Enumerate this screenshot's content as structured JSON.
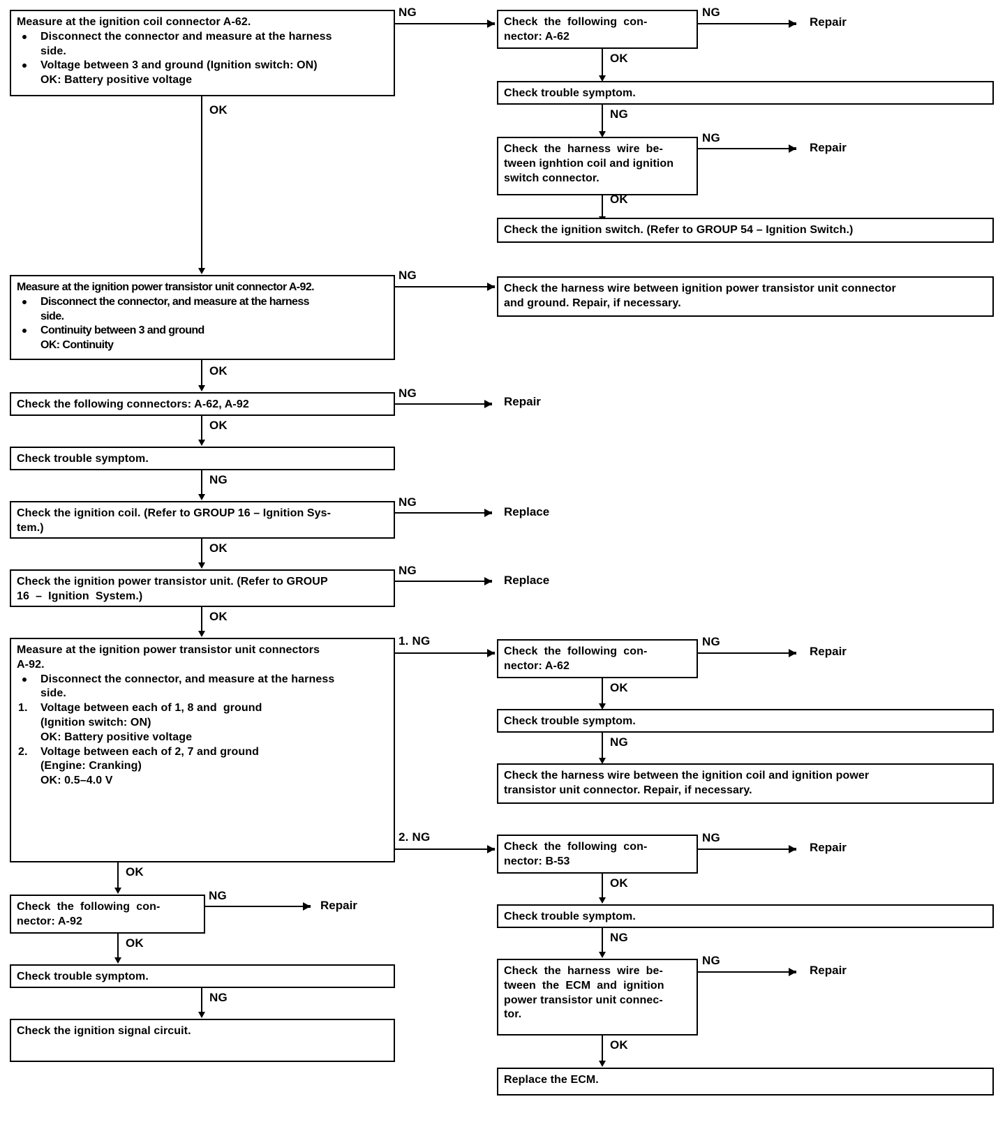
{
  "diagram": {
    "title": "Ignition coil / ignition power transistor unit troubleshooting flowchart",
    "labels": {
      "ok": "OK",
      "ng": "NG",
      "ng1": "1. NG",
      "ng2": "2. NG",
      "repair": "Repair",
      "replace": "Replace"
    },
    "boxes": {
      "measure_coil": {
        "heading": "Measure at the ignition coil connector A-62.",
        "bullet1": "Disconnect the connector and measure at the harness",
        "bullet1b": "side.",
        "bullet2": "Voltage between 3 and ground (Ignition switch: ON)",
        "bullet2b": "OK: Battery positive voltage"
      },
      "check_conn_a62_top": {
        "l1": "Check  the  following  con-",
        "l2": "nector: A-62"
      },
      "check_symptom_1": {
        "l1": "Check trouble symptom."
      },
      "check_harness_coil_switch": {
        "l1": "Check  the  harness  wire  be-",
        "l2": "tween ignhtion coil and ignition",
        "l3": "switch connector."
      },
      "check_ignition_switch": {
        "l1": "Check the ignition switch. (Refer to GROUP 54 – Ignition Switch.)"
      },
      "measure_power_transistor": {
        "heading": "Measure at the ignition power transistor unit connector A-92.",
        "bullet1": "Disconnect the connector, and measure at the harness",
        "bullet1b": "side.",
        "bullet2": "Continuity between 3 and ground",
        "bullet2b": "OK: Continuity"
      },
      "check_harness_pt_ground": {
        "l1": "Check the harness wire between ignition power transistor unit connector",
        "l2": "and ground. Repair, if necessary."
      },
      "check_conn_a62_a92": {
        "l1": "Check the following connectors: A-62, A-92"
      },
      "check_symptom_2": {
        "l1": "Check trouble symptom."
      },
      "check_ignition_coil": {
        "l1": "Check the ignition coil. (Refer to GROUP 16 – Ignition Sys-",
        "l2": "tem.)"
      },
      "check_power_transistor_unit": {
        "l1": "Check the ignition power transistor unit. (Refer to GROUP",
        "l2": "16  –  Ignition  System.)"
      },
      "measure_pt_connectors": {
        "heading1": "Measure at the ignition power transistor unit connectors",
        "heading2": "A-92.",
        "bullet1": "Disconnect the connector, and measure at the harness",
        "bullet1b": "side.",
        "item1num": "1.",
        "item1": "Voltage between each of 1, 8 and  ground",
        "item1b": "(Ignition switch: ON)",
        "item1c": "OK: Battery positive voltage",
        "item2num": "2.",
        "item2": "Voltage between each of 2, 7 and ground",
        "item2b": "(Engine: Cranking)",
        "item2c": "OK: 0.5–4.0 V"
      },
      "check_conn_a62_mid": {
        "l1": "Check  the  following  con-",
        "l2": "nector: A-62"
      },
      "check_symptom_3": {
        "l1": "Check trouble symptom."
      },
      "check_harness_coil_pt": {
        "l1": "Check the harness wire between the ignition coil and ignition power",
        "l2": "transistor unit connector. Repair, if necessary."
      },
      "check_conn_b53": {
        "l1": "Check  the  following  con-",
        "l2": "nector: B-53"
      },
      "check_symptom_4": {
        "l1": "Check trouble symptom."
      },
      "check_harness_ecm_pt": {
        "l1": "Check  the  harness  wire  be-",
        "l2": "tween  the  ECM  and  ignition",
        "l3": "power transistor unit connec-",
        "l4": "tor."
      },
      "replace_ecm": {
        "l1": "Replace the ECM."
      },
      "check_conn_a92_bottom": {
        "l1": "Check  the  following  con-",
        "l2": "nector: A-92"
      },
      "check_symptom_5": {
        "l1": "Check trouble symptom."
      },
      "check_ignition_signal": {
        "l1": "Check the ignition signal circuit."
      }
    },
    "terminals": {
      "repair_1": "Repair",
      "repair_2": "Repair",
      "repair_3": "Repair",
      "replace_1": "Replace",
      "replace_2": "Replace",
      "repair_4": "Repair",
      "repair_5": "Repair",
      "repair_6": "Repair",
      "repair_7": "Repair"
    },
    "edge_labels": {
      "e1_ng": "NG",
      "e1_ok": "OK",
      "e2_ng": "NG",
      "e2_ok": "OK",
      "e3_ng": "NG",
      "e3_ok": "OK",
      "e4_ng": "NG",
      "e5_ng": "NG",
      "e5_ok": "OK",
      "e6_ng": "NG",
      "e6_ok": "OK",
      "e7_ng": "NG",
      "e7_ok": "OK",
      "e8_ng": "NG",
      "e8_ok": "OK",
      "e9_ng1": "1. NG",
      "e9_ng2": "2. NG",
      "e9_ok": "OK",
      "e10_ng": "NG",
      "e10_ok": "OK",
      "e11_ng": "NG",
      "e12_ng": "NG",
      "e12_ok": "OK",
      "e13_ng": "NG",
      "e13_ok": "OK",
      "e14_ng": "NG",
      "e15_ok": "OK",
      "e15_ng": "NG"
    }
  }
}
